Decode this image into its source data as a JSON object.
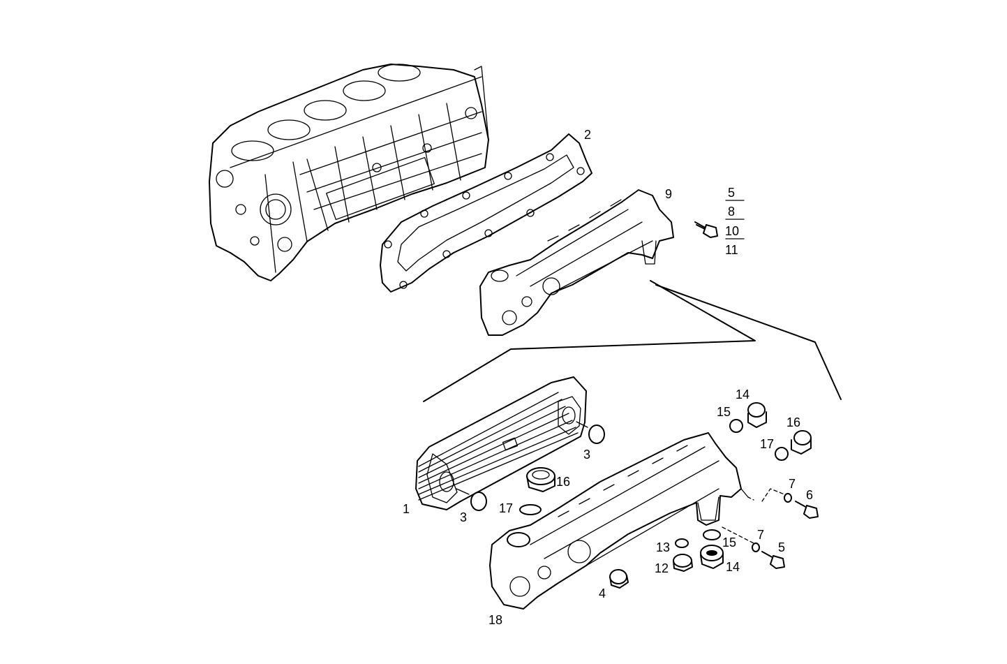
{
  "diagram": {
    "callouts": [
      {
        "id": "c2",
        "text": "2"
      },
      {
        "id": "c9",
        "text": "9"
      },
      {
        "id": "c5a",
        "text": "5"
      },
      {
        "id": "c8",
        "text": "8"
      },
      {
        "id": "c10",
        "text": "10"
      },
      {
        "id": "c11",
        "text": "11"
      },
      {
        "id": "c14a",
        "text": "14"
      },
      {
        "id": "c15a",
        "text": "15"
      },
      {
        "id": "c16a",
        "text": "16"
      },
      {
        "id": "c17a",
        "text": "17"
      },
      {
        "id": "c3a",
        "text": "3"
      },
      {
        "id": "c16b",
        "text": "16"
      },
      {
        "id": "c17b",
        "text": "17"
      },
      {
        "id": "c1",
        "text": "1"
      },
      {
        "id": "c3b",
        "text": "3"
      },
      {
        "id": "c7a",
        "text": "7"
      },
      {
        "id": "c6",
        "text": "6"
      },
      {
        "id": "c7b",
        "text": "7"
      },
      {
        "id": "c5b",
        "text": "5"
      },
      {
        "id": "c15b",
        "text": "15"
      },
      {
        "id": "c13",
        "text": "13"
      },
      {
        "id": "c12",
        "text": "12"
      },
      {
        "id": "c14b",
        "text": "14"
      },
      {
        "id": "c4",
        "text": "4"
      },
      {
        "id": "c18",
        "text": "18"
      }
    ]
  }
}
